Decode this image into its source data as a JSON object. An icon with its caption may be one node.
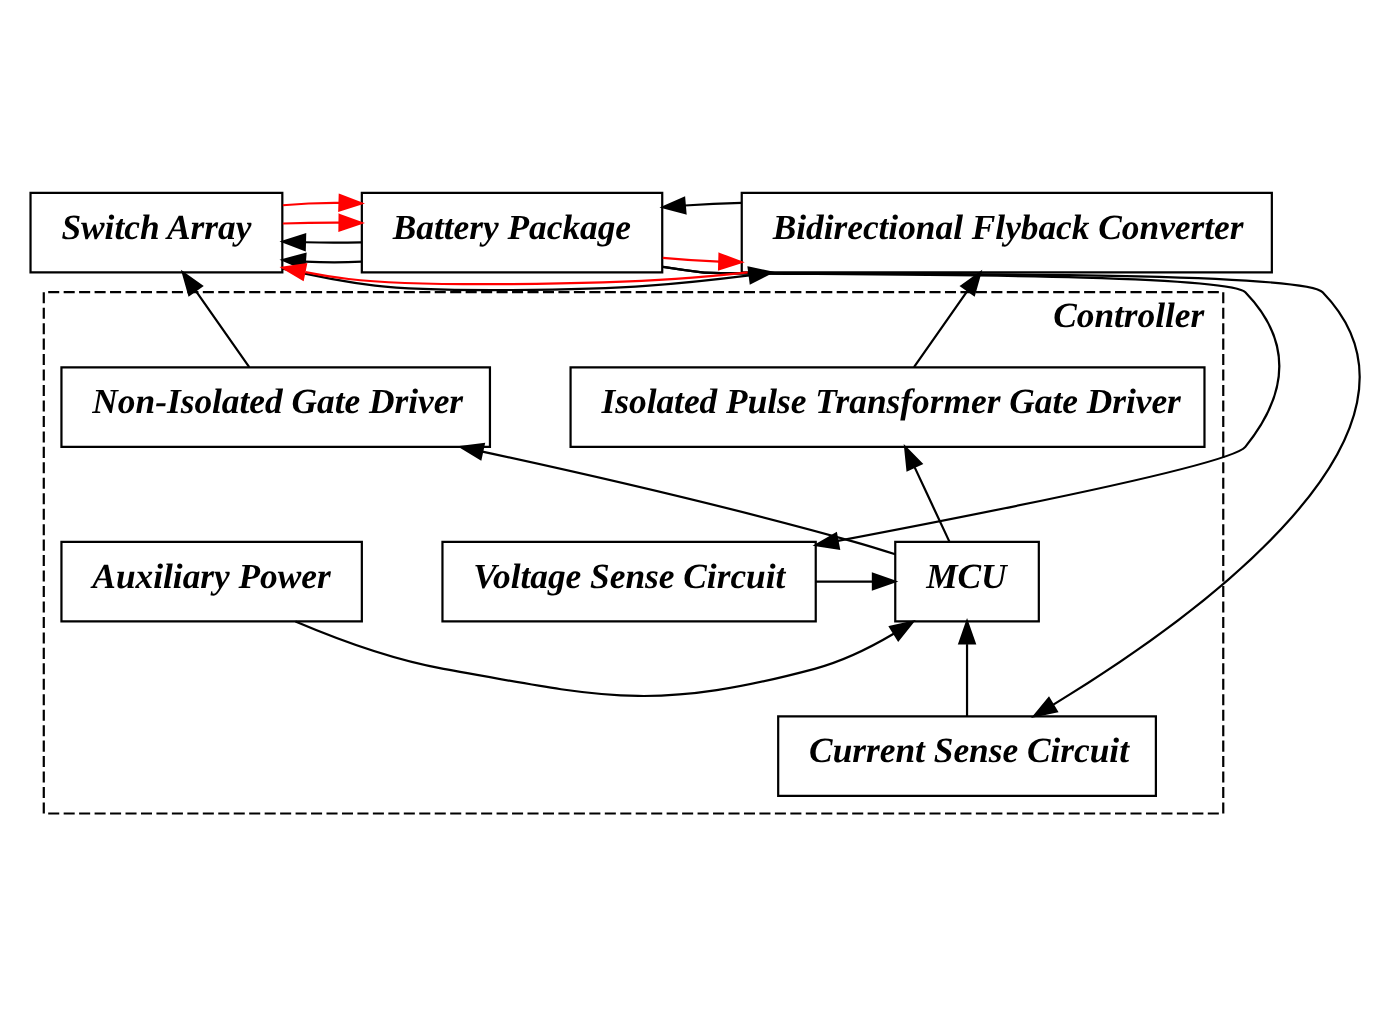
{
  "diagram": {
    "nodes": [
      {
        "text": [
          "Battery Package"
        ]
      },
      {
        "text": [
          "Switch Array"
        ]
      },
      {
        "text": [
          "Bidirectional Flyback Converter"
        ]
      },
      {
        "text": [
          "Controller"
        ]
      },
      {
        "text": [
          "Non-Isolated Gate Driver"
        ],
        "in": 3
      },
      {
        "text": [
          "Isolated Pulse Transformer Gate Driver"
        ],
        "in": 3
      },
      {
        "text": [
          "Voltage Sense Circuit"
        ],
        "in": 3
      },
      {
        "text": [
          "MCU"
        ],
        "in": 3
      },
      {
        "text": [
          "Auxiliary Power"
        ],
        "in": 3
      },
      {
        "text": [
          "Current Sense Circuit"
        ],
        "in": 3
      }
    ],
    "edges": [
      {
        "from": 2,
        "to": 0,
        "arrow": "to"
      },
      {
        "from": 0,
        "to": 2,
        "arrow": "to",
        "color": "#ff0000"
      },
      {
        "from": 1,
        "to": 0,
        "arrow": "to",
        "color": "#ff0000"
      },
      {
        "from": 1,
        "to": 0,
        "arrow": "to",
        "color": "#ff0000"
      },
      {
        "from": 0,
        "to": 1,
        "arrow": "to"
      },
      {
        "from": 0,
        "to": 1,
        "arrow": "to"
      },
      {
        "from": 2,
        "to": 1,
        "arrow": "to",
        "color": "#ff0000"
      },
      {
        "from": 1,
        "to": 2,
        "arrow": "to"
      },
      {
        "from": 4,
        "to": 1,
        "arrow": "to"
      },
      {
        "from": 5,
        "to": 2,
        "arrow": "to"
      },
      {
        "from": 7,
        "to": 4,
        "arrow": "to"
      },
      {
        "from": 7,
        "to": 5,
        "arrow": "to"
      },
      {
        "from": 0,
        "to": 6,
        "arrow": "to"
      },
      {
        "from": 6,
        "to": 7,
        "arrow": "to"
      },
      {
        "from": 8,
        "to": 7,
        "arrow": "to"
      },
      {
        "from": 9,
        "to": 7,
        "arrow": "to"
      },
      {
        "from": 0,
        "to": 9,
        "arrow": "to"
      }
    ]
  }
}
